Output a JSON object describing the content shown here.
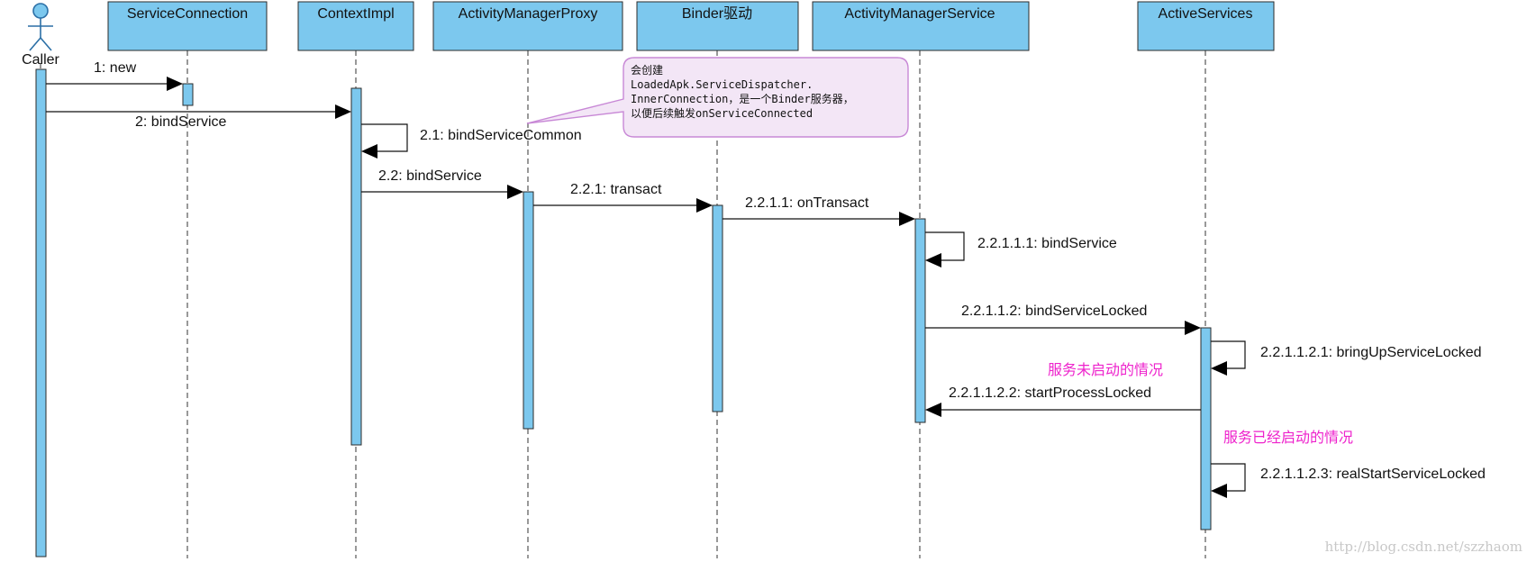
{
  "participants": [
    {
      "id": "caller",
      "label": "Caller"
    },
    {
      "id": "sc",
      "label": "ServiceConnection"
    },
    {
      "id": "ci",
      "label": "ContextImpl"
    },
    {
      "id": "amp",
      "label": "ActivityManagerProxy"
    },
    {
      "id": "binder",
      "label": "Binder驱动"
    },
    {
      "id": "ams",
      "label": "ActivityManagerService"
    },
    {
      "id": "as",
      "label": "ActiveServices"
    }
  ],
  "messages": [
    {
      "id": "m1",
      "label": "1: new"
    },
    {
      "id": "m2",
      "label": "2: bindService"
    },
    {
      "id": "m21",
      "label": "2.1: bindServiceCommon"
    },
    {
      "id": "m22",
      "label": "2.2: bindService"
    },
    {
      "id": "m221",
      "label": "2.2.1: transact"
    },
    {
      "id": "m2211",
      "label": "2.2.1.1: onTransact"
    },
    {
      "id": "m22111",
      "label": "2.2.1.1.1: bindService"
    },
    {
      "id": "m22112",
      "label": "2.2.1.1.2: bindServiceLocked"
    },
    {
      "id": "m221121",
      "label": "2.2.1.1.2.1: bringUpServiceLocked"
    },
    {
      "id": "m221122",
      "label": "2.2.1.1.2.2: startProcessLocked"
    },
    {
      "id": "m221123",
      "label": "2.2.1.1.2.3: realStartServiceLocked"
    }
  ],
  "annotations": {
    "not_started": "服务未启动的情况",
    "already_started": "服务已经启动的情况"
  },
  "callout": {
    "lines": [
      "会创建",
      "LoadedApk.ServiceDispatcher.",
      "InnerConnection，是一个Binder服务器，",
      "以便后续触发onServiceConnected"
    ]
  },
  "watermark": "http://blog.csdn.net/szzhaom",
  "colors": {
    "box_fill": "#7cc8ee",
    "note_text": "#ee22cc",
    "callout_fill": "#f3e6f6",
    "callout_border": "#c888d6"
  }
}
